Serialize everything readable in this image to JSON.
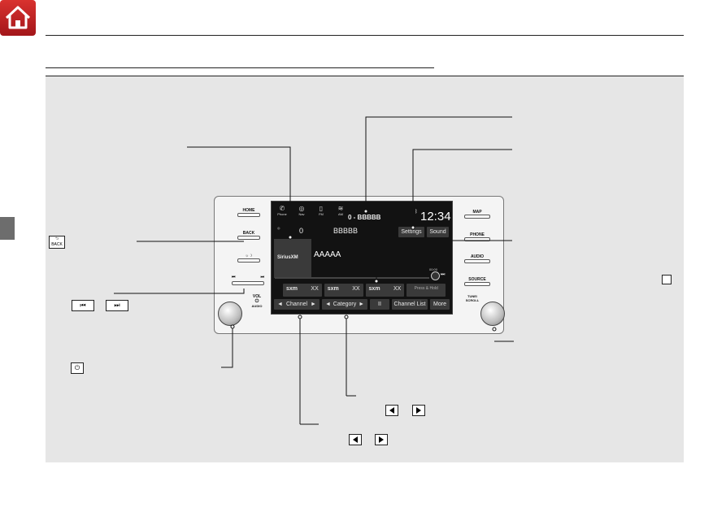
{
  "icons": {
    "home": "home-icon",
    "back": "back-icon",
    "skip_back": "skip-back-icon",
    "skip_forward": "skip-forward-icon",
    "power": "power-icon",
    "arrow_left": "arrow-left-icon",
    "arrow_right": "arrow-right-icon"
  },
  "colors": {
    "home_red": "#c8282a",
    "figure_bg": "#e6e6e6",
    "screen_bg": "#121212"
  },
  "head_unit": {
    "left_buttons": [
      "HOME",
      "BACK"
    ],
    "skip_labels": [
      "⏮",
      "⏭"
    ],
    "vol_label": "VOL",
    "audio_label": "AUDIO",
    "right_buttons": [
      "MAP",
      "PHONE",
      "AUDIO",
      "SOURCE"
    ],
    "tune_label": "TUNE/ SCROLL"
  },
  "screen": {
    "top_tabs": [
      "Phone",
      "Nav",
      "FM",
      "AM"
    ],
    "status_text": "0 - BBBBB",
    "clock": "12:34",
    "channel_number": "0",
    "channel_name": "BBBBB",
    "settings_label": "Settings",
    "sound_label": "Sound",
    "logo_text": "SiriusXM",
    "song_title": "AAAAA",
    "time_readout": "00:00",
    "presets": [
      {
        "logo": "sxm",
        "label": "XX"
      },
      {
        "logo": "sxm",
        "label": "XX"
      },
      {
        "logo": "sxm",
        "label": "XX"
      }
    ],
    "press_hold_label": "Press & Hold",
    "bottom_controls": {
      "channel": "Channel",
      "category": "Category",
      "pause": "II",
      "channel_list": "Channel List",
      "more": "More"
    }
  }
}
